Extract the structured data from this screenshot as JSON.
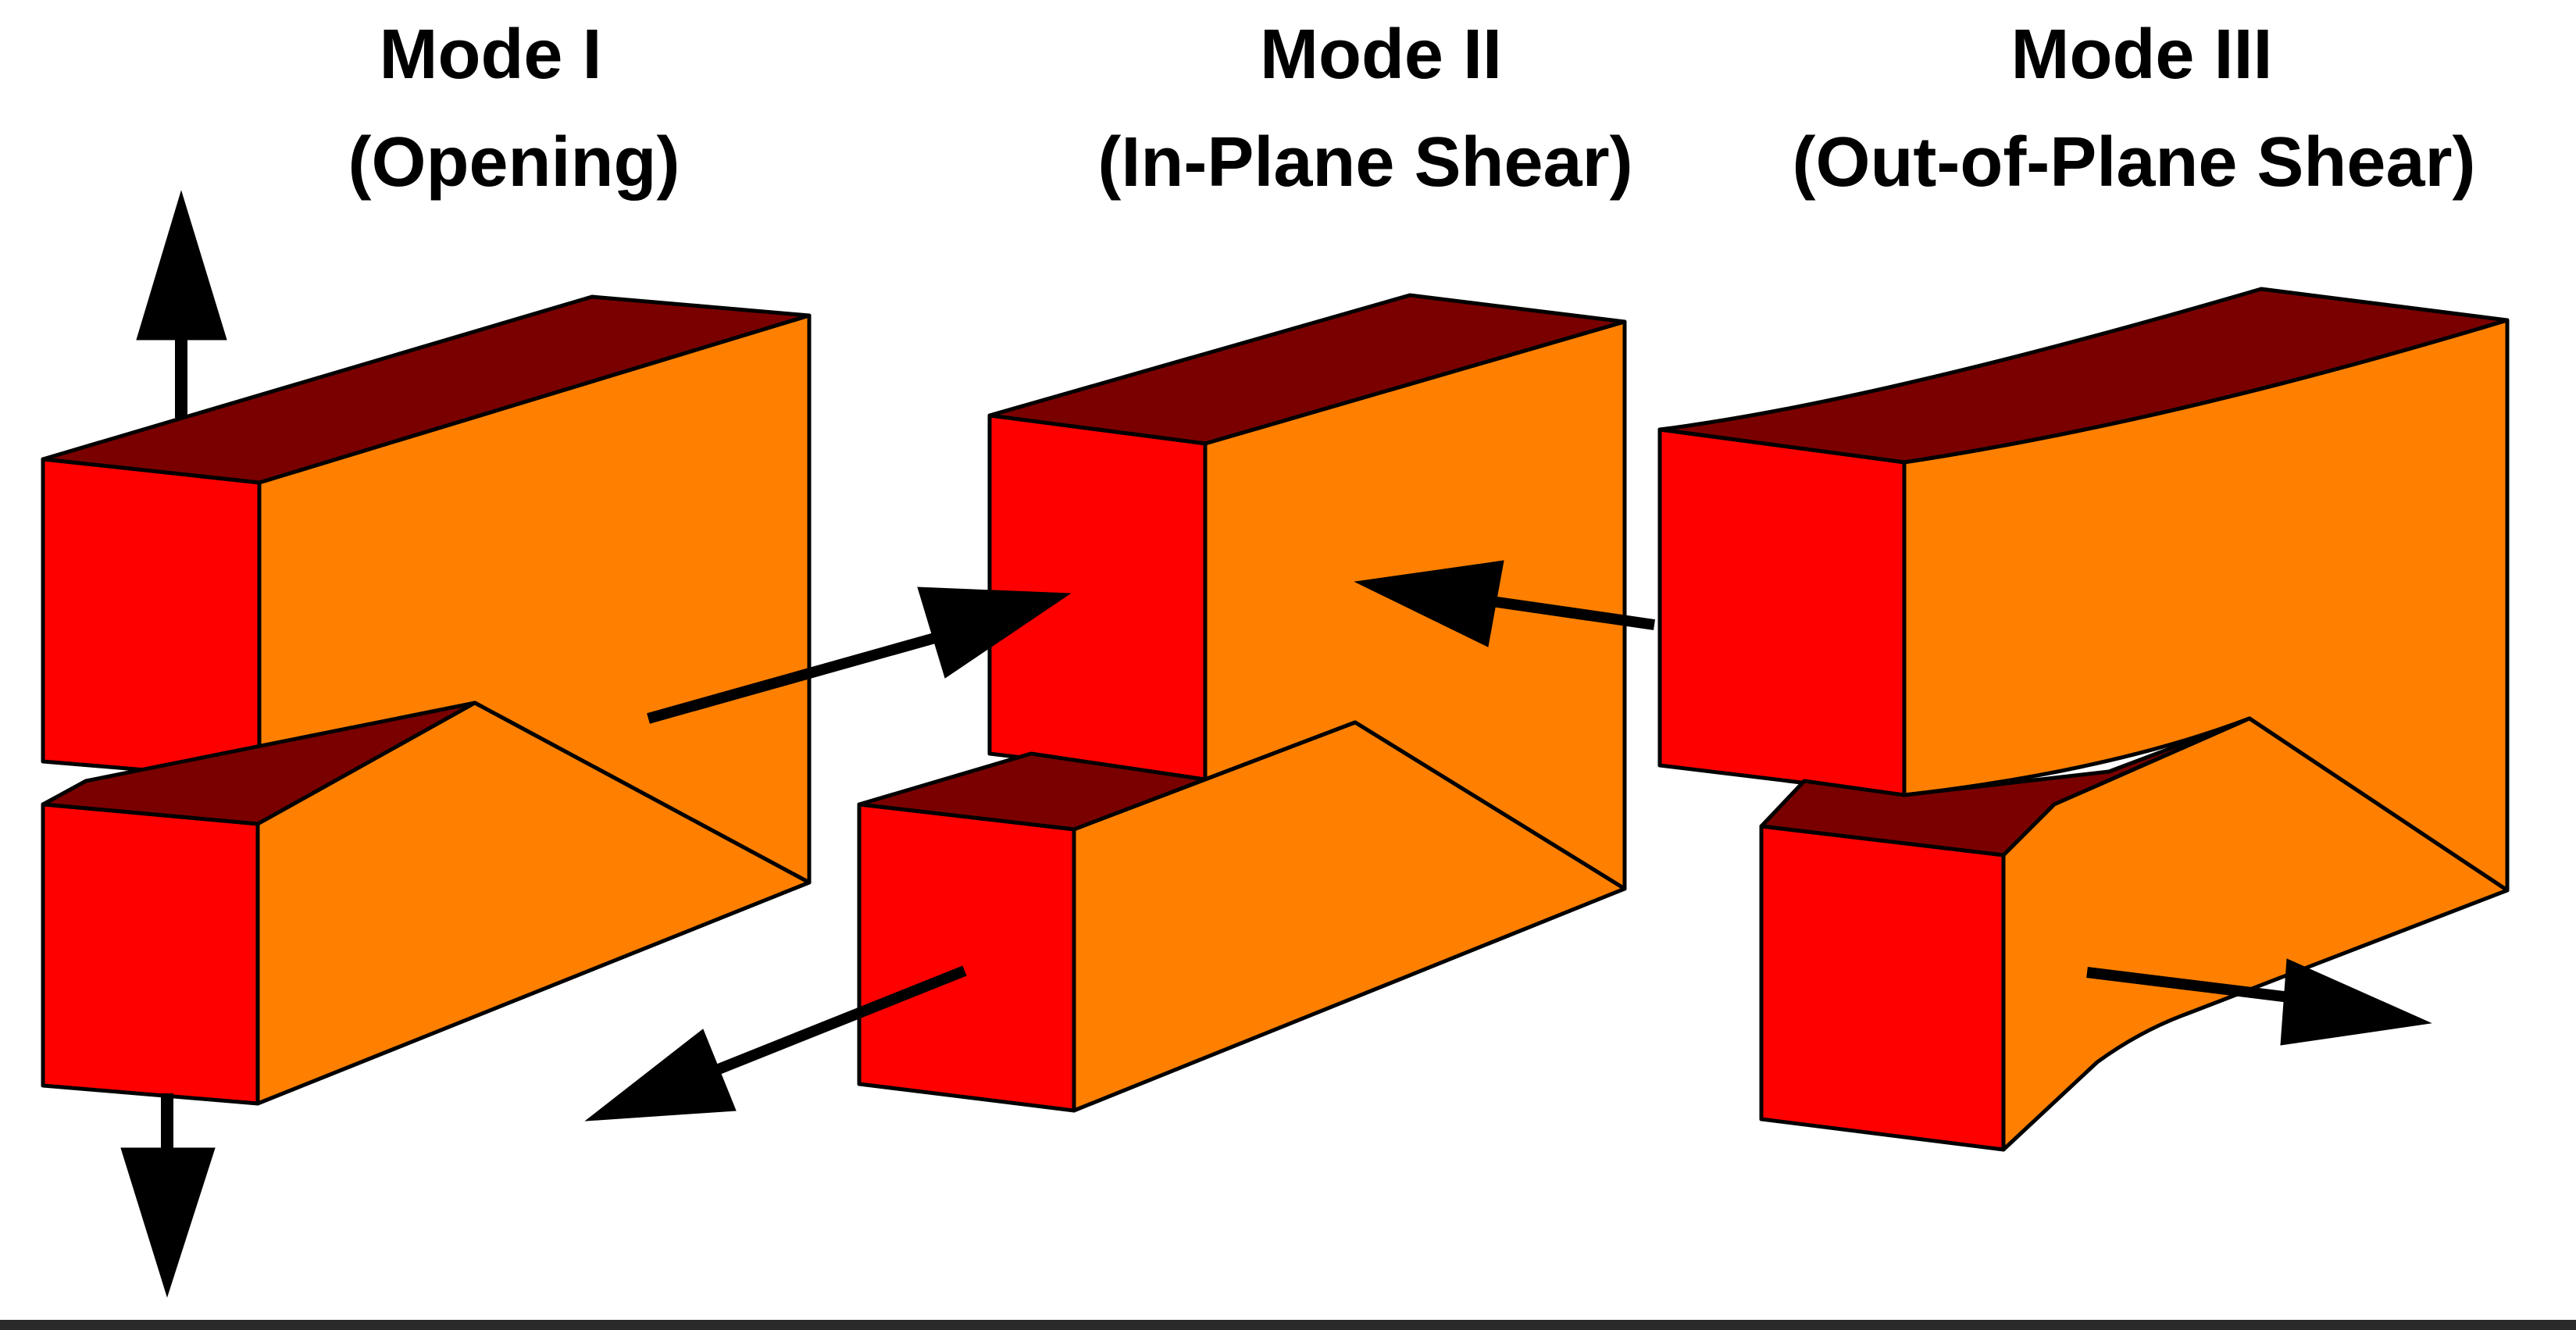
{
  "modes": [
    {
      "name": "Mode I",
      "subtitle": "(Opening)"
    },
    {
      "name": "Mode II",
      "subtitle": "(In-Plane Shear)"
    },
    {
      "name": "Mode III",
      "subtitle": "(Out-of-Plane Shear)"
    }
  ],
  "colors": {
    "front_face": "#ff0000",
    "side_face": "#ff8000",
    "top_face": "#7a0000",
    "outline": "#000000",
    "arrow": "#000000"
  }
}
